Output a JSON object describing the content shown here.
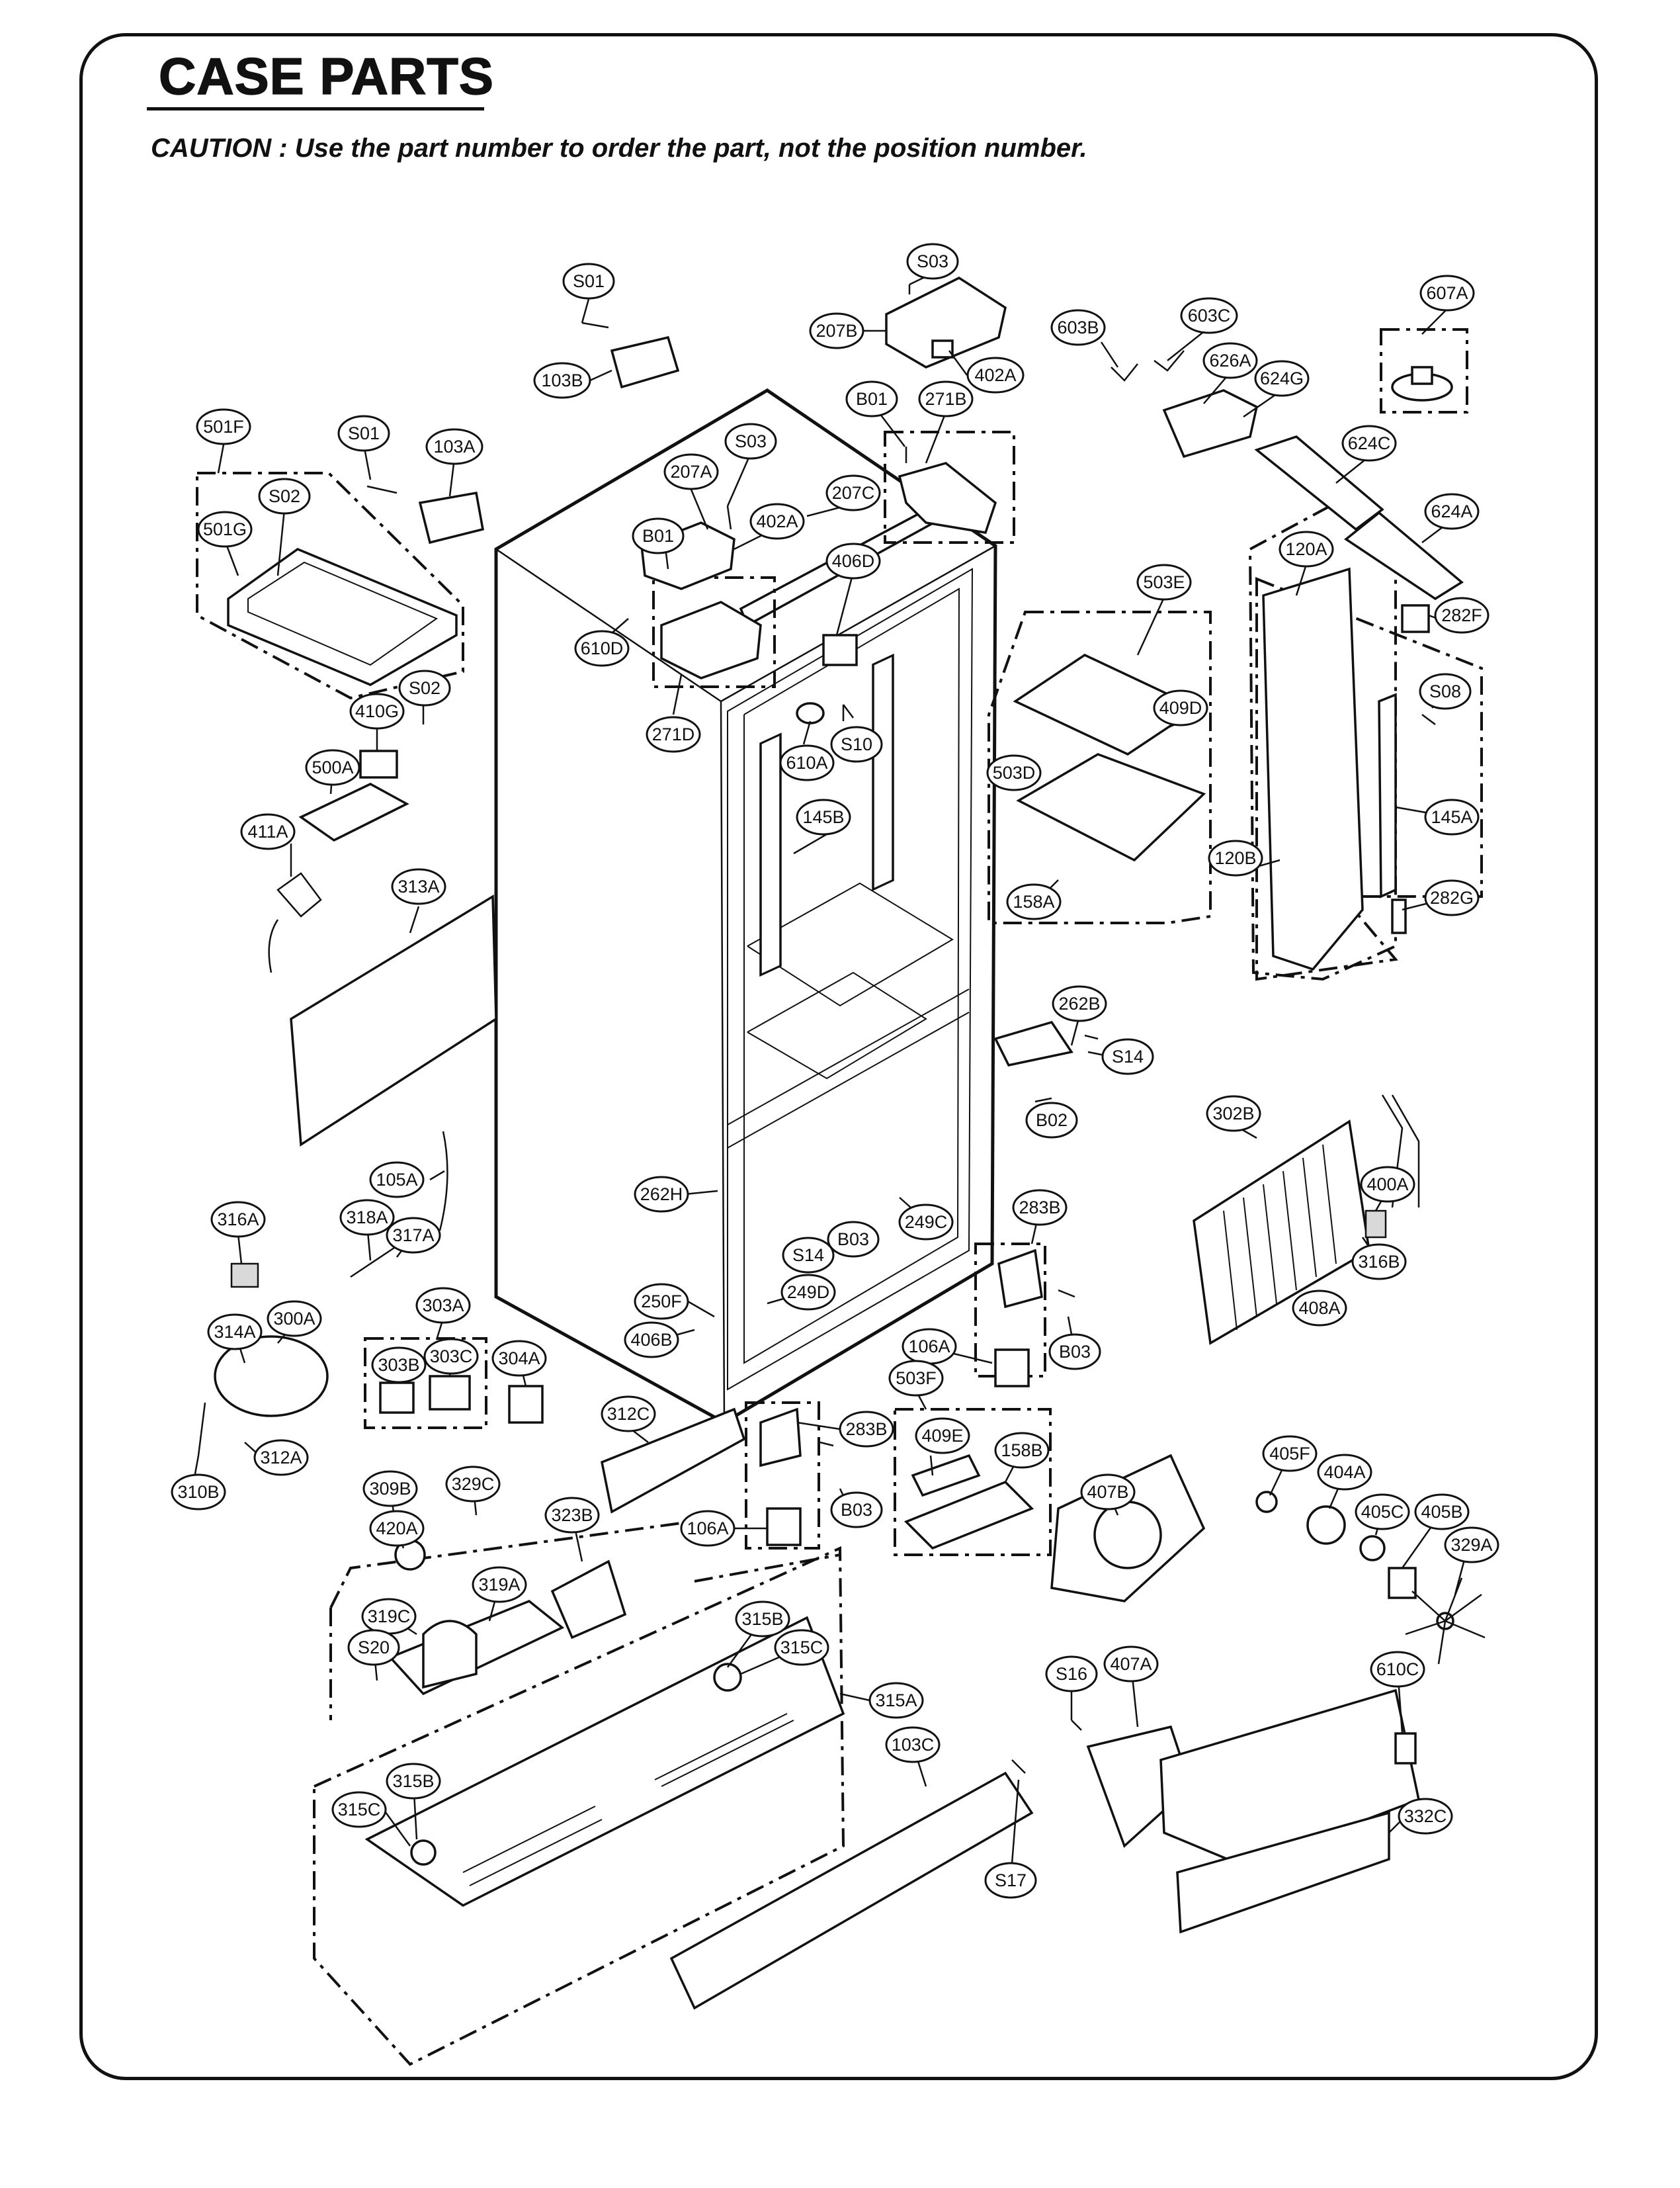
{
  "header": {
    "title": "CASE PARTS",
    "caution": "CAUTION : Use the part number to order the part, not the position number."
  },
  "callouts": [
    "S01",
    "S03",
    "207B",
    "402A",
    "603B",
    "603C",
    "607A",
    "626A",
    "624G",
    "103B",
    "501F",
    "S01",
    "103A",
    "S02",
    "S03",
    "B01",
    "271B",
    "207A",
    "402A",
    "207C",
    "624C",
    "501G",
    "B01",
    "406D",
    "624A",
    "120A",
    "503E",
    "282F",
    "610D",
    "271D",
    "410G",
    "S02",
    "S10",
    "409D",
    "S08",
    "610A",
    "503D",
    "500A",
    "145B",
    "145A",
    "411A",
    "120B",
    "282G",
    "158A",
    "313A",
    "262B",
    "S14",
    "B02",
    "302B",
    "105A",
    "400A",
    "262H",
    "249C",
    "316A",
    "318A",
    "317A",
    "S14",
    "B03",
    "283B",
    "316B",
    "303A",
    "250F",
    "249D",
    "408A",
    "314A",
    "300A",
    "406B",
    "106A",
    "B03",
    "303B",
    "303C",
    "304A",
    "503F",
    "312C",
    "283B",
    "409E",
    "158B",
    "312A",
    "405F",
    "404A",
    "310B",
    "309B",
    "329C",
    "407B",
    "405C",
    "405B",
    "420A",
    "323B",
    "106A",
    "B03",
    "329A",
    "319A",
    "315B",
    "319C",
    "315C",
    "S20",
    "315A",
    "S16",
    "407A",
    "610C",
    "103C",
    "315B",
    "315C",
    "332C",
    "S17"
  ]
}
